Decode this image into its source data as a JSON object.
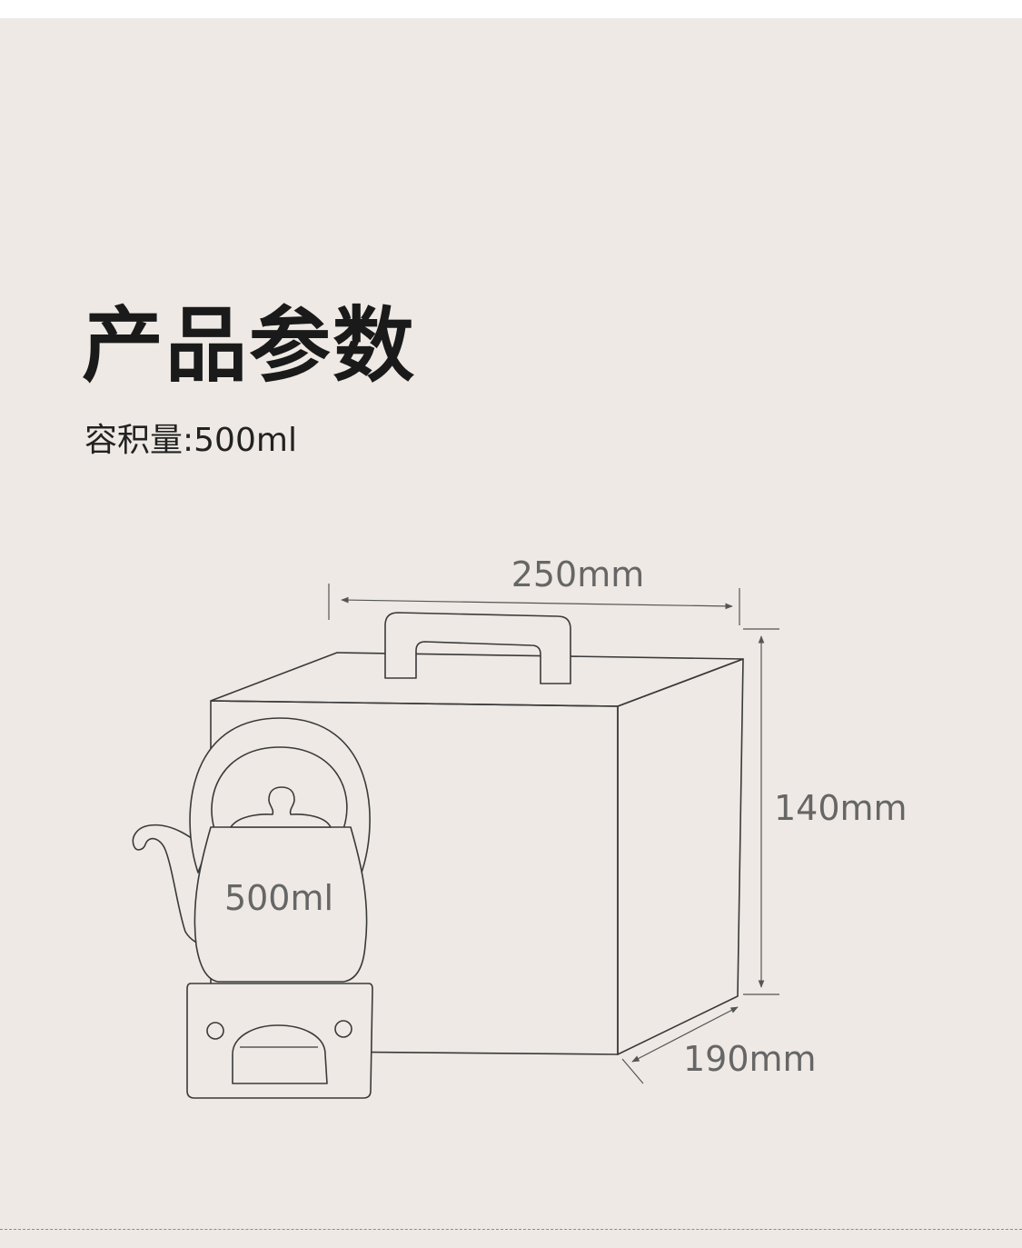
{
  "page": {
    "title": "产品参数",
    "spec": {
      "label": "容积量",
      "separator": ":",
      "value": "500ml"
    }
  },
  "diagram": {
    "width_label": "250mm",
    "height_label": "140mm",
    "depth_label": "190mm",
    "capacity_label": "500ml"
  },
  "colors": {
    "background": "#eee9e4",
    "line": "#3a3a3a",
    "dimension_text": "#666666",
    "title_text": "#1a1a1a"
  }
}
